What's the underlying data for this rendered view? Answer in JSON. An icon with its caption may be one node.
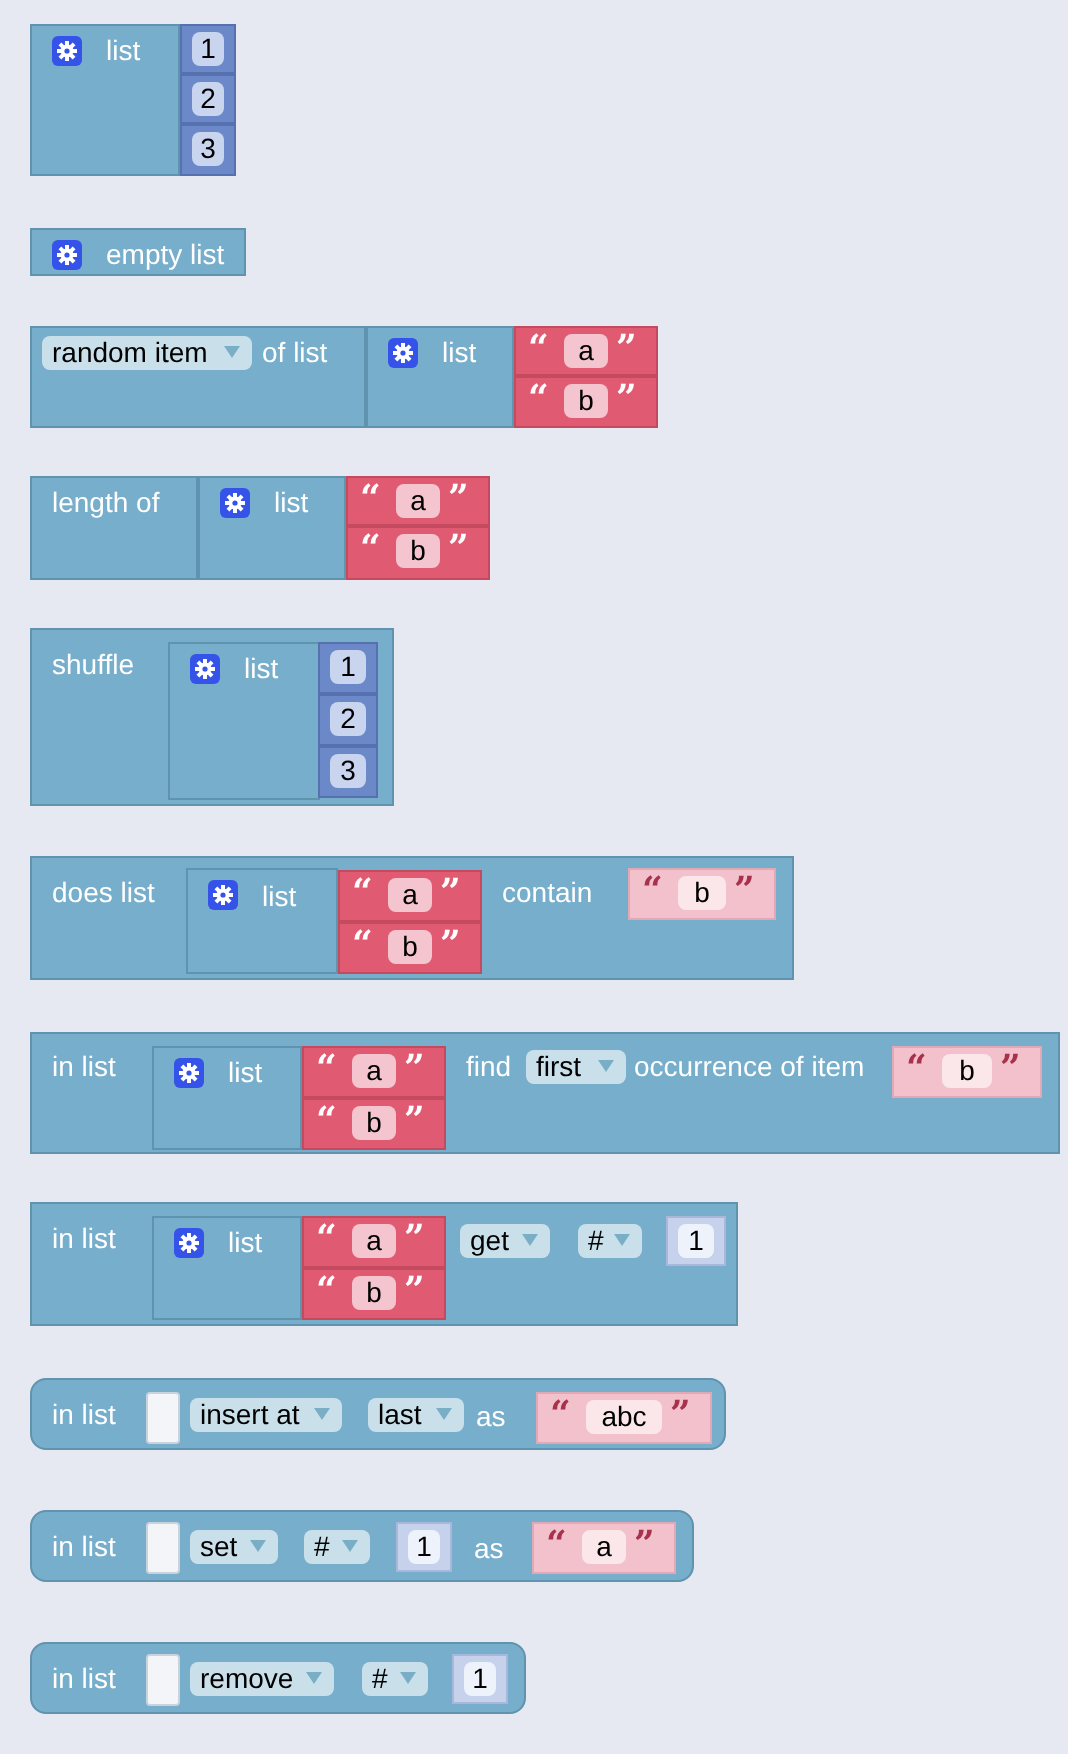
{
  "diagram": {
    "nodes": [
      {
        "text": [
          "list"
        ]
      },
      {
        "text": [
          "1"
        ]
      },
      {
        "text": [
          "2"
        ]
      },
      {
        "text": [
          "3"
        ]
      },
      {
        "text": [
          "empty list"
        ]
      },
      {
        "text": [
          "of list"
        ]
      },
      {
        "text": [
          "random item"
        ],
        "in": 5
      },
      {
        "text": [
          "list"
        ]
      },
      {
        "text": [
          "“",
          "a",
          "”"
        ]
      },
      {
        "text": [
          "“",
          "b",
          "”"
        ]
      },
      {
        "text": [
          "length of"
        ]
      },
      {
        "text": [
          "list"
        ]
      },
      {
        "text": [
          "“",
          "a",
          "”"
        ]
      },
      {
        "text": [
          "“",
          "b",
          "”"
        ]
      },
      {
        "text": [
          "shuffle"
        ]
      },
      {
        "text": [
          "list"
        ],
        "in": 14
      },
      {
        "text": [
          "1"
        ],
        "in": 14
      },
      {
        "text": [
          "2"
        ],
        "in": 14
      },
      {
        "text": [
          "3"
        ],
        "in": 14
      },
      {
        "text": [
          "does list",
          "contain"
        ]
      },
      {
        "text": [
          "list"
        ],
        "in": 19
      },
      {
        "text": [
          "“",
          "a",
          "”"
        ],
        "in": 19
      },
      {
        "text": [
          "“",
          "b",
          "”"
        ],
        "in": 19
      },
      {
        "text": [
          "“",
          "b",
          "”"
        ],
        "in": 19
      },
      {
        "text": [
          "in list",
          "find",
          "occurrence of item"
        ]
      },
      {
        "text": [
          "first"
        ],
        "in": 24
      },
      {
        "text": [
          "list"
        ],
        "in": 24
      },
      {
        "text": [
          "“",
          "a",
          "”"
        ],
        "in": 24
      },
      {
        "text": [
          "“",
          "b",
          "”"
        ],
        "in": 24
      },
      {
        "text": [
          "“",
          "b",
          "”"
        ],
        "in": 24
      },
      {
        "text": [
          "in list"
        ]
      },
      {
        "text": [
          "list"
        ],
        "in": 30
      },
      {
        "text": [
          "“",
          "a",
          "”"
        ],
        "in": 30
      },
      {
        "text": [
          "“",
          "b",
          "”"
        ],
        "in": 30
      },
      {
        "text": [
          "get"
        ],
        "in": 30
      },
      {
        "text": [
          "#"
        ],
        "in": 30
      },
      {
        "text": [
          "1"
        ],
        "in": 30
      },
      {
        "text": [
          "in list",
          "as"
        ]
      },
      {
        "text": [],
        "shape": "box",
        "in": 37
      },
      {
        "text": [
          "insert at"
        ],
        "in": 37
      },
      {
        "text": [
          "last"
        ],
        "in": 37
      },
      {
        "text": [
          "“",
          "abc",
          "”"
        ],
        "in": 37
      },
      {
        "text": [
          "in list",
          "as"
        ]
      },
      {
        "text": [],
        "shape": "box",
        "in": 42
      },
      {
        "text": [
          "set"
        ],
        "in": 42
      },
      {
        "text": [
          "#"
        ],
        "in": 42
      },
      {
        "text": [
          "1"
        ],
        "in": 42
      },
      {
        "text": [
          "“",
          "a",
          "”"
        ],
        "in": 42
      },
      {
        "text": [
          "in list"
        ]
      },
      {
        "text": [],
        "shape": "box",
        "in": 48
      },
      {
        "text": [
          "remove"
        ],
        "in": 48
      },
      {
        "text": [
          "#"
        ],
        "in": 48
      },
      {
        "text": [
          "1"
        ],
        "in": 48
      }
    ]
  }
}
